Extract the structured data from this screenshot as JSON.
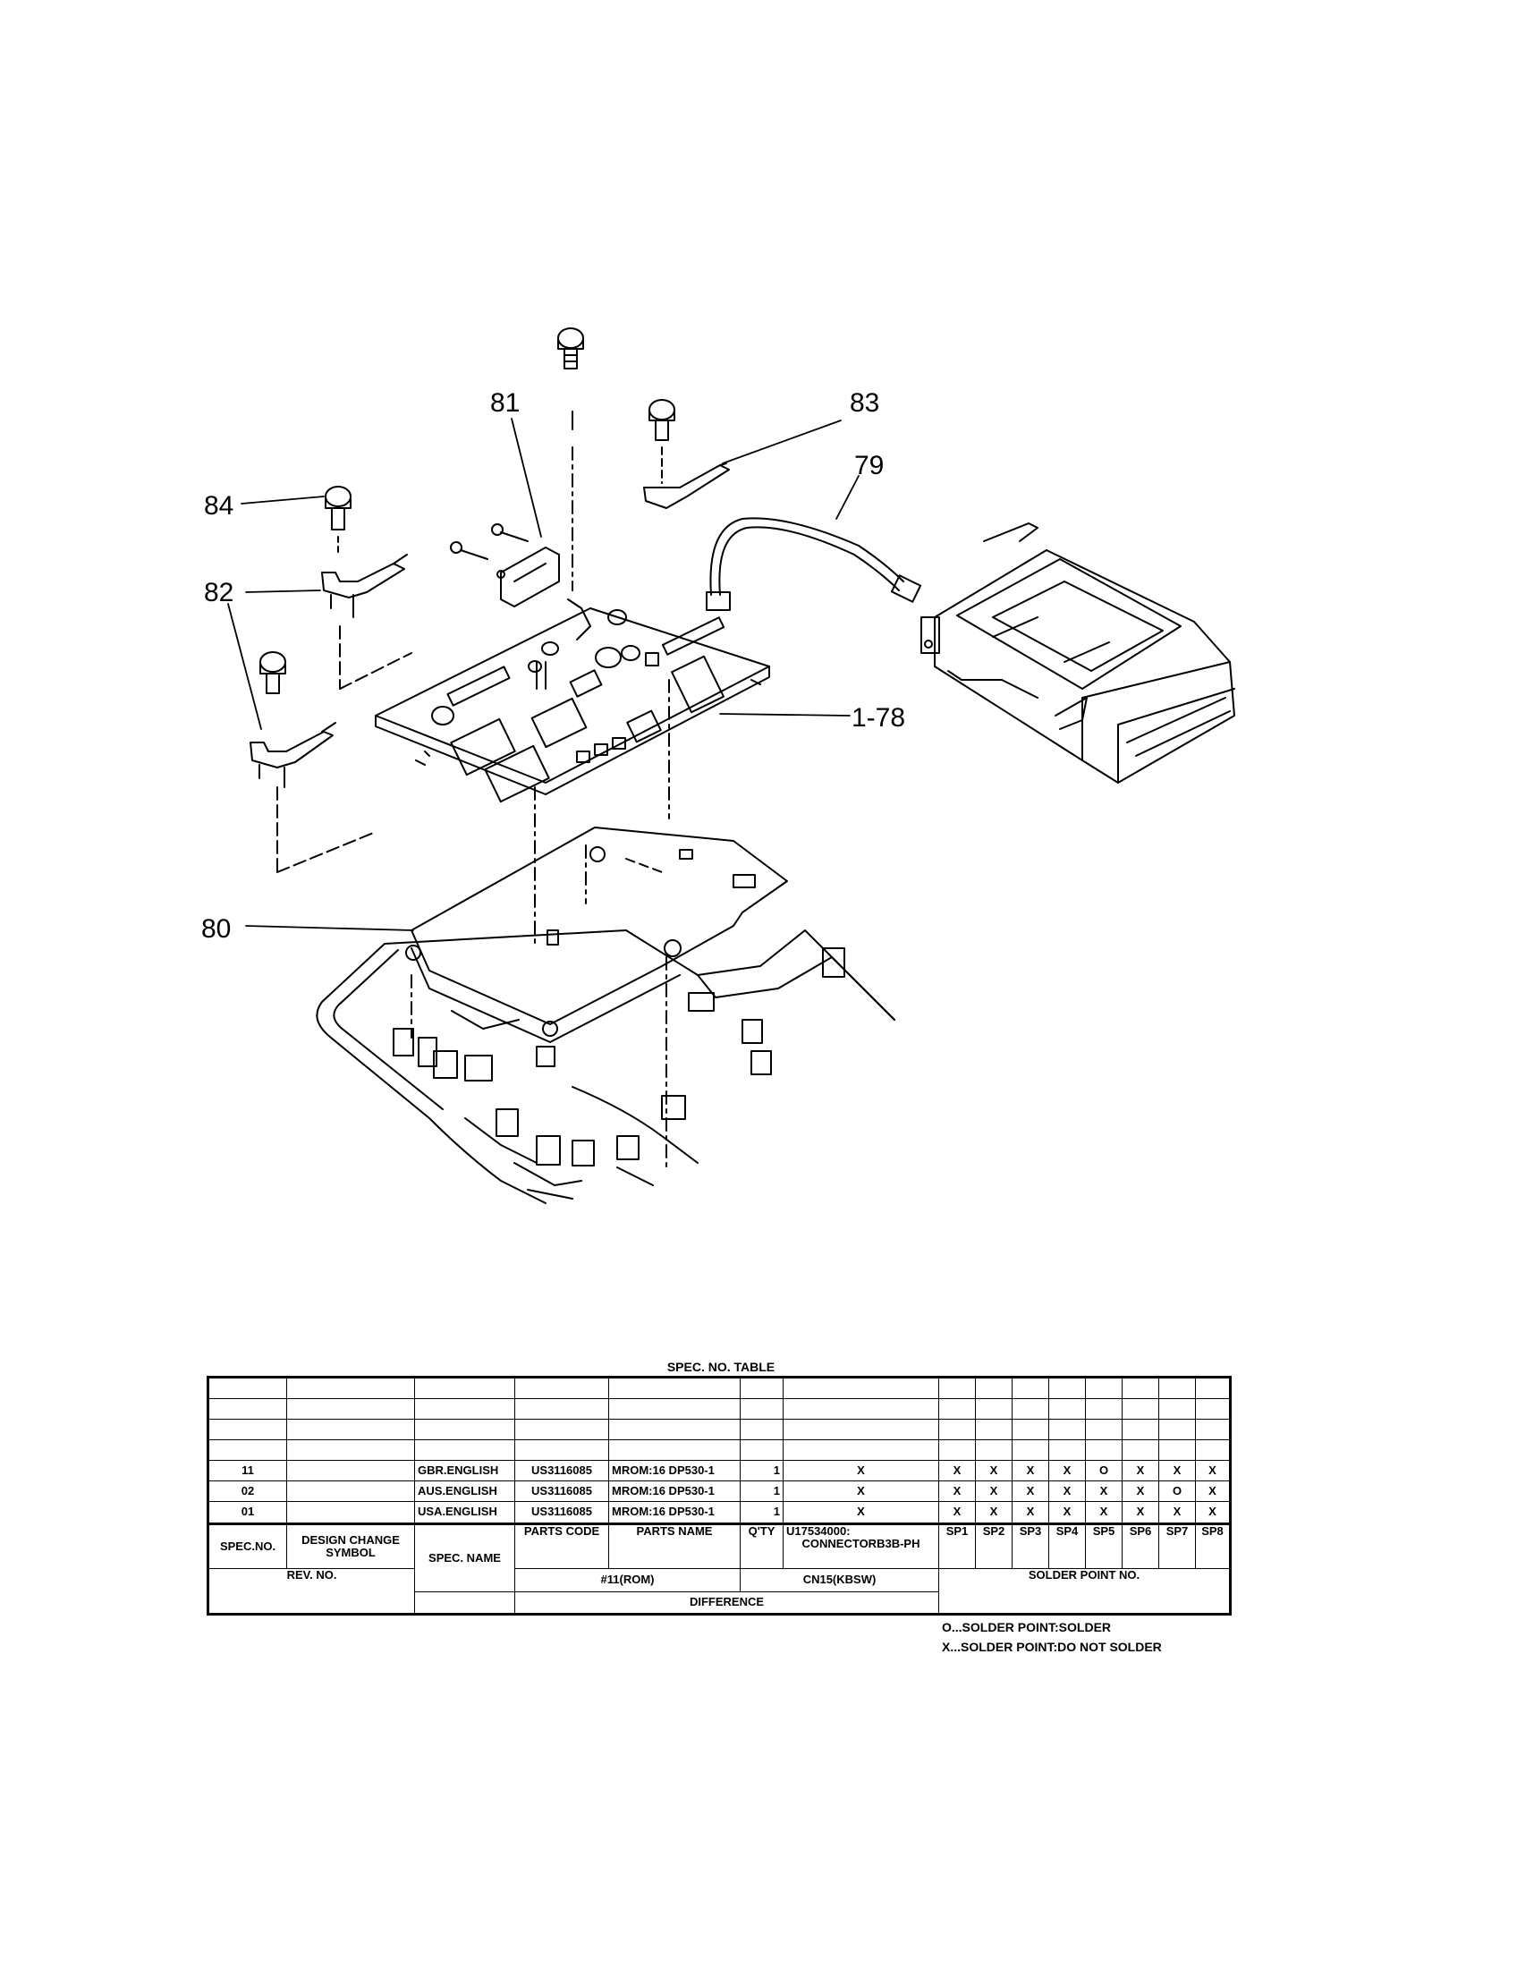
{
  "callouts": {
    "c81": "81",
    "c83": "83",
    "c79": "79",
    "c84": "84",
    "c82": "82",
    "c178": "1-78",
    "c80": "80"
  },
  "spec_table": {
    "title": "SPEC. NO. TABLE",
    "rows": [
      {
        "spec_no": "11",
        "design_change": "",
        "spec_name": "GBR.ENGLISH",
        "parts_code": "US3116085",
        "parts_name": "MROM:16 DP530-1",
        "qty": "1",
        "connector": "X",
        "sp": [
          "X",
          "X",
          "X",
          "X",
          "O",
          "X",
          "X",
          "X"
        ]
      },
      {
        "spec_no": "02",
        "design_change": "",
        "spec_name": "AUS.ENGLISH",
        "parts_code": "US3116085",
        "parts_name": "MROM:16 DP530-1",
        "qty": "1",
        "connector": "X",
        "sp": [
          "X",
          "X",
          "X",
          "X",
          "X",
          "X",
          "O",
          "X"
        ]
      },
      {
        "spec_no": "01",
        "design_change": "",
        "spec_name": "USA.ENGLISH",
        "parts_code": "US3116085",
        "parts_name": "MROM:16 DP530-1",
        "qty": "1",
        "connector": "X",
        "sp": [
          "X",
          "X",
          "X",
          "X",
          "X",
          "X",
          "X",
          "X"
        ]
      }
    ],
    "headers": {
      "spec_no": "SPEC.NO.",
      "design_change": "DESIGN CHANGE SYMBOL",
      "spec_name": "SPEC. NAME",
      "parts_code": "PARTS CODE",
      "parts_name": "PARTS NAME",
      "qty": "Q'TY",
      "connector_code": "U17534000:",
      "connector_name": "CONNECTORB3B-PH",
      "sp": [
        "SP1",
        "SP2",
        "SP3",
        "SP4",
        "SP5",
        "SP6",
        "SP7",
        "SP8"
      ],
      "rev_no": "REV. NO.",
      "rom": "#11(ROM)",
      "cn": "CN15(KBSW)",
      "solder_point_no": "SOLDER POINT NO.",
      "difference": "DIFFERENCE"
    },
    "legend": [
      "O...SOLDER POINT:SOLDER",
      "X...SOLDER POINT:DO NOT SOLDER"
    ]
  }
}
